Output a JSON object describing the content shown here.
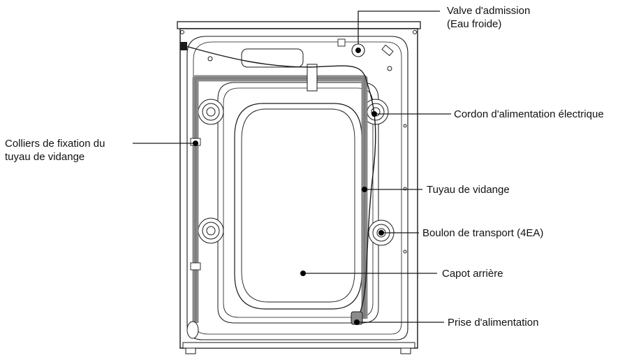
{
  "labels": {
    "inlet_valve": {
      "line1": "Valve d'admission",
      "line2": "(Eau froide)"
    },
    "power_cord": "Cordon d'alimentation électrique",
    "hose_clamps": {
      "line1": "Colliers de fixation du",
      "line2": "tuyau de vidange"
    },
    "drain_hose": "Tuyau de vidange",
    "transit_bolt": "Boulon de transport (4EA)",
    "back_cover": "Capot arrière",
    "power_plug": "Prise d'alimentation"
  },
  "colors": {
    "line": "#1a1a1a",
    "hose": "#8a8a8a",
    "dot": "#000000"
  }
}
